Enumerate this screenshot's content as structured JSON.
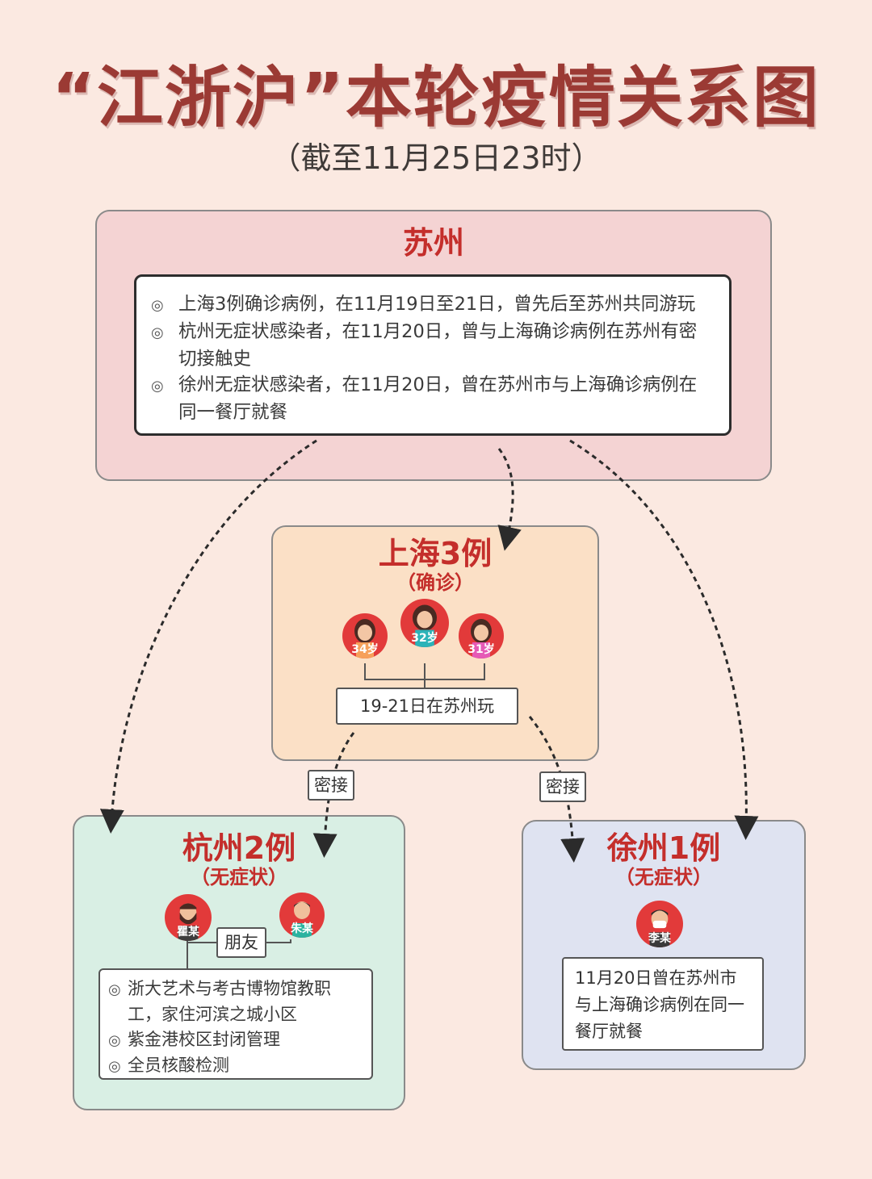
{
  "title": "“江浙沪”本轮疫情关系图",
  "subtitle": "（截至11月25日23时）",
  "colors": {
    "suzhou_bg": "#f4d3d3",
    "shanghai_bg": "#fbe0c6",
    "hangzhou_bg": "#d9efe4",
    "xuzhou_bg": "#dfe3f1",
    "title_red": "#c42e2b",
    "avatar_red": "#e23a3a"
  },
  "suzhou": {
    "title": "苏州",
    "bullet_icon": "circle-dot-icon",
    "bullets": [
      "上海3例确诊病例，在11月19日至21日，曾先后至苏州共同游玩",
      "杭州无症状感染者，在11月20日，曾与上海确诊病例在苏州有密切接触史",
      "徐州无症状感染者，在11月20日，曾在苏州市与上海确诊病例在同一餐厅就餐"
    ]
  },
  "shanghai": {
    "title": "上海3例",
    "subtitle": "（确诊）",
    "people": [
      {
        "label": "34岁",
        "icon": "woman-avatar-icon"
      },
      {
        "label": "32岁",
        "icon": "woman-avatar-icon"
      },
      {
        "label": "31岁",
        "icon": "woman-avatar-icon"
      }
    ],
    "note": "19-21日在苏州玩"
  },
  "links": {
    "hangzhou_tag": "密接",
    "xuzhou_tag": "密接"
  },
  "hangzhou": {
    "title": "杭州2例",
    "subtitle": "（无症状）",
    "people": [
      {
        "label": "瞿某",
        "icon": "bearded-man-avatar-icon"
      },
      {
        "label": "朱某",
        "icon": "man-avatar-icon"
      }
    ],
    "relation": "朋友",
    "bullets": [
      "浙大艺术与考古博物馆教职工，家住河滨之城小区",
      "紫金港校区封闭管理",
      "全员核酸检测"
    ]
  },
  "xuzhou": {
    "title": "徐州1例",
    "subtitle": "（无症状）",
    "people": [
      {
        "label": "李某",
        "icon": "masked-man-avatar-icon"
      }
    ],
    "note": "11月20日曾在苏州市与上海确诊病例在同一餐厅就餐"
  }
}
